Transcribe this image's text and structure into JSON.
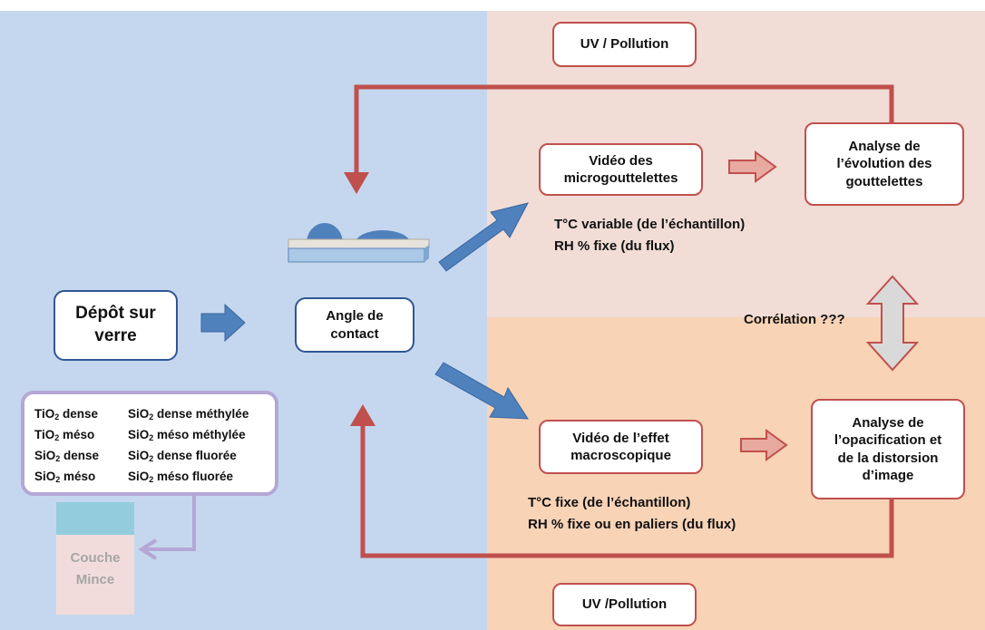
{
  "depot": {
    "line1": "Dépôt sur",
    "line2": "verre"
  },
  "angle": {
    "line1": "Angle de",
    "line2": "contact"
  },
  "video_micro": {
    "line1": "Vidéo des",
    "line2": "microgouttelettes"
  },
  "video_macro": {
    "line1": "Vidéo de l’effet",
    "line2": "macroscopique"
  },
  "analyse_gouttelettes": {
    "line1": "Analyse de",
    "line2": "l’évolution des",
    "line3": "gouttelettes"
  },
  "analyse_opacification": {
    "line1": "Analyse  de",
    "line2": "l’opacification et",
    "line3": "de la distorsion",
    "line4": "d’image"
  },
  "uv_top": "UV / Pollution",
  "uv_bottom": "UV /Pollution",
  "conditions_micro": {
    "line1": "T°C variable (de l’échantillon)",
    "line2": "RH % fixe (du flux)"
  },
  "conditions_macro": {
    "line1": "T°C fixe (de l’échantillon)",
    "line2": "RH % fixe ou en paliers (du flux)"
  },
  "correlation": "Corrélation ???",
  "materials": {
    "left": [
      {
        "base": "TiO",
        "sub": "2",
        "rest": " dense"
      },
      {
        "base": "TiO",
        "sub": "2",
        "rest": " méso"
      },
      {
        "base": "SiO",
        "sub": "2",
        "rest": " dense"
      },
      {
        "base": "SiO",
        "sub": "2",
        "rest": " méso"
      }
    ],
    "right": [
      {
        "base": "SiO",
        "sub": "2",
        "rest": " dense méthylée"
      },
      {
        "base": "SiO",
        "sub": "2",
        "rest": " méso méthylée"
      },
      {
        "base": "SiO",
        "sub": "2",
        "rest": " dense fluorée"
      },
      {
        "base": "SiO",
        "sub": "2",
        "rest": " méso fluorée"
      }
    ]
  },
  "couche": {
    "line1": "Couche",
    "line2": "Mince"
  },
  "colors": {
    "bg_left": "#c5d7ee",
    "bg_top_right": "#f1dcd6",
    "bg_bottom_right": "#f8d3b6",
    "blue_arrow": "#4f81bd",
    "red_arrow": "#c0504d",
    "purple": "#b4a7d6",
    "cyan": "#93cddd"
  }
}
